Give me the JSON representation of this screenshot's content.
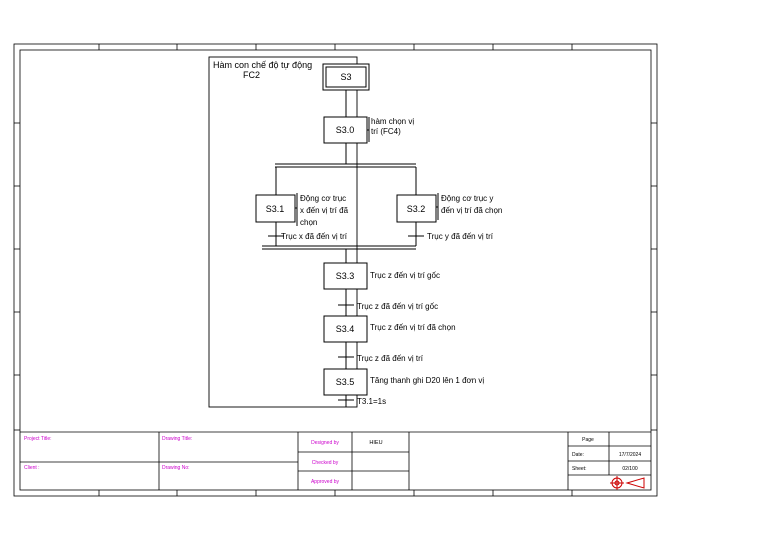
{
  "diagram": {
    "title_line1": "Hàm con chế độ tự động",
    "title_line2": "FC2",
    "steps": {
      "s3": "S3",
      "s3_0": "S3.0",
      "s3_1": "S3.1",
      "s3_2": "S3.2",
      "s3_3": "S3.3",
      "s3_4": "S3.4",
      "s3_5": "S3.5"
    },
    "actions": {
      "s3_0_line1": "hàm chọn vị",
      "s3_0_line2": "trí (FC4)",
      "s3_1_line1": "Động cơ trục",
      "s3_1_line2": "x đến vị trí đã",
      "s3_1_line3": "chọn",
      "s3_2_line1": "Động cơ trục y",
      "s3_2_line2": "đến vị trí đã chọn",
      "s3_3": "Trục z đến vị trí gốc",
      "s3_4": "Trục z đến vị trí đã chọn",
      "s3_5": "Tăng thanh ghi D20 lên 1 đơn vị"
    },
    "transitions": {
      "t_x": "Trục x đã đến vị trí",
      "t_y": "Trục y đã đến vị trí",
      "t_z_home": "Trục z đã đến vị trí gốc",
      "t_z_pos": "Trục z đã đến vị trí",
      "t_time": "T3.1=1s"
    }
  },
  "title_block": {
    "project_title_label": "Project Title:",
    "drawing_title_label": "Drawing Title:",
    "client_label": "Client :",
    "drawing_no_label": "Drawing No:",
    "designed_by_label": "Designed by",
    "designed_by_value": "HIEU",
    "checked_by_label": "Checked by",
    "approved_by_label": "Approved by",
    "page_label": "Page",
    "date_label": "Date:",
    "date_value": "17/7/2024",
    "sheet_label": "Sheet:",
    "sheet_value": "02/100"
  },
  "colors": {
    "label_color": "#cc00cc",
    "symbol_color": "#cc0000",
    "line_color": "#000000"
  },
  "icons": [
    "first-angle-projection-icon"
  ]
}
